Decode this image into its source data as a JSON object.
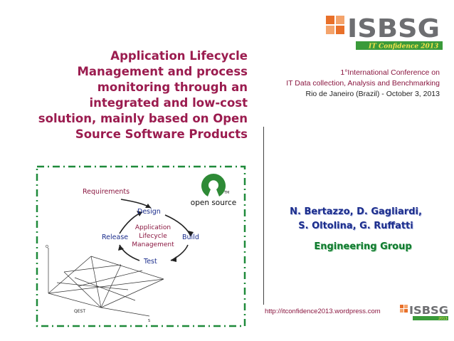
{
  "title": {
    "lines": [
      "Application Lifecycle",
      "Management and process",
      "monitoring through an",
      "integrated and low-cost",
      "solution, mainly based on Open",
      "Source Software Products"
    ]
  },
  "conference": {
    "line1": "1°International Conference on",
    "line2": "IT Data collection, Analysis and Benchmarking",
    "line3": "Rio de Janeiro (Brazil) - October 3, 2013"
  },
  "authors": {
    "line1": "N. Bertazzo, D. Gagliardi,",
    "line2": "S. Oltolina, G. Ruffatti",
    "group": "Engineering Group"
  },
  "footer": {
    "url": "http://itconfidence2013.wordpress.com"
  },
  "logo": {
    "brand": "ISBSG",
    "tagline": "IT Confidence 2013",
    "small_tagline": "2013",
    "colors": {
      "brand_orange": "#e8702a",
      "brand_gray": "#6d6e71",
      "tagline_green": "#3a9a3a",
      "tagline_text": "#f2e14c"
    }
  },
  "diagram": {
    "cycle": {
      "requirements": "Requirements",
      "design": "Design",
      "build": "Build",
      "test": "Test",
      "release": "Release",
      "center_line1": "Application",
      "center_line2": "Lifecycle",
      "center_line3": "Management"
    },
    "opensource": {
      "label": "open source",
      "tm": "TM"
    },
    "plot": {
      "axis_label": "QEST",
      "y_label": "Q",
      "x_label": "S"
    },
    "colors": {
      "frame_green": "#1f8a3a",
      "cycle_label": "#8a1740",
      "cycle_text": "#1b2d8c",
      "os_green": "#2e8a36"
    }
  }
}
